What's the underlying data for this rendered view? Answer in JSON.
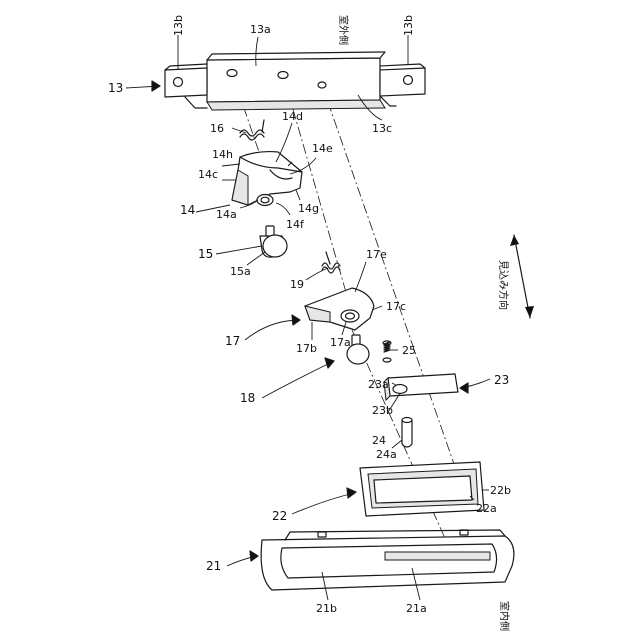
{
  "orientation_note_text": "室外側",
  "indoor_side_text": "室内側",
  "direction_text": "見込み方向",
  "labels": {
    "l13": "13",
    "l13a": "13a",
    "l13b_left": "13b",
    "l13b_right": "13b",
    "l13c": "13c",
    "l14": "14",
    "l14a": "14a",
    "l14c": "14c",
    "l14d": "14d",
    "l14e": "14e",
    "l14f": "14f",
    "l14g": "14g",
    "l14h": "14h",
    "l15": "15",
    "l15a": "15a",
    "l16": "16",
    "l17": "17",
    "l17a": "17a",
    "l17b": "17b",
    "l17c": "17c",
    "l17e": "17e",
    "l18": "18",
    "l19": "19",
    "l21": "21",
    "l21a": "21a",
    "l21b": "21b",
    "l22": "22",
    "l22a": "22a",
    "l22b": "22b",
    "l23": "23",
    "l23a": "23a",
    "l23b": "23b",
    "l24": "24",
    "l24a": "24a",
    "l25": "25"
  }
}
